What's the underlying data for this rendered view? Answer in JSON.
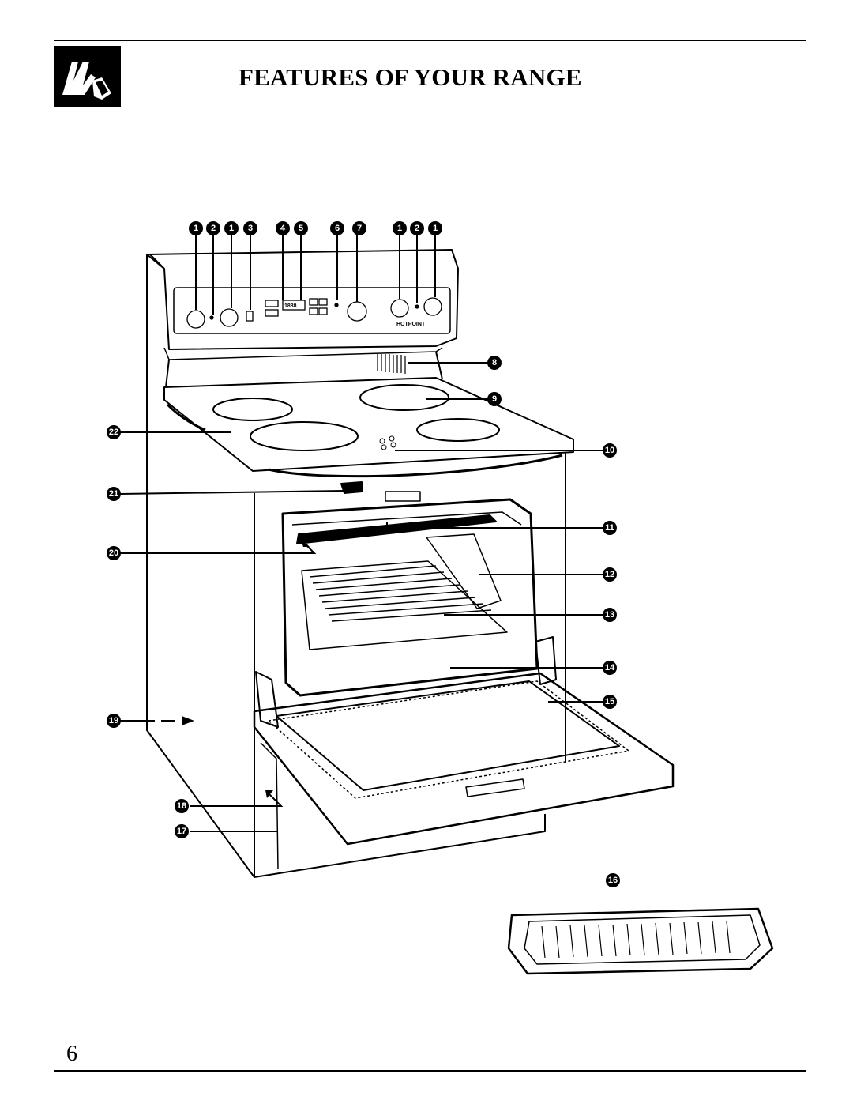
{
  "header": {
    "title": "FEATURES OF YOUR RANGE"
  },
  "callouts": {
    "top_row": [
      "1",
      "2",
      "1",
      "3",
      "4",
      "5",
      "6",
      "7",
      "1",
      "2",
      "1"
    ],
    "n8": "8",
    "n9": "9",
    "n10": "10",
    "n11": "11",
    "n12": "12",
    "n13": "13",
    "n14": "14",
    "n15": "15",
    "n16": "16",
    "n17": "17",
    "n18": "18",
    "n19": "19",
    "n20": "20",
    "n21": "21",
    "n22": "22"
  },
  "control_panel": {
    "brand": "HOTPOINT",
    "display": "1888"
  },
  "footer": {
    "page_number": "6"
  }
}
